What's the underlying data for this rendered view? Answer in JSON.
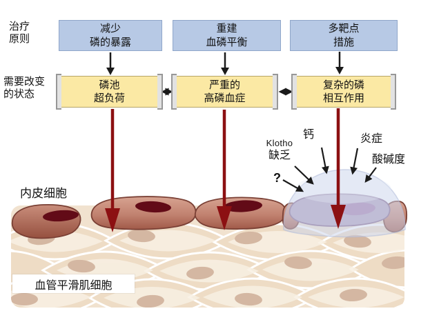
{
  "colors": {
    "principle-box-bg": "#b7c9e5",
    "principle-box-border": "#8fa6c9",
    "state-box-bg": "#fbe9a4",
    "state-box-border": "#b5a468",
    "bracket-gray": "#979797",
    "bracket-fill": "#e2e2e2",
    "arrow-black": "#1a1a1a",
    "arrow-dark-red": "#8c1012",
    "endothelium-red": "#c08373",
    "endothelium-outline": "#7a4035",
    "endothelium-nucleus": "#620b17",
    "muscle-base": "#f1e2cf",
    "muscle-cell": "#eedcc5",
    "muscle-cell-highlight": "#f8f0e3",
    "muscle-nucleus": "#d4b7a2",
    "affected-cell-purple": "#b3a4bf",
    "affected-nucleus-purple": "#a781ae",
    "dome-blue": "#cbd5ec",
    "dome-edge": "#aeb9d8",
    "label-text": "#111111",
    "muscle-label-bg": "#ffffff"
  },
  "row_labels": {
    "principle": "治疗\n原则",
    "state": "需要改变\n的状态"
  },
  "principles": [
    {
      "label": "减少\n磷的暴露"
    },
    {
      "label": "重建\n血磷平衡"
    },
    {
      "label": "多靶点\n措施"
    }
  ],
  "states": [
    {
      "label": "磷池\n超负荷"
    },
    {
      "label": "严重的\n高磷血症"
    },
    {
      "label": "复杂的磷\n相互作用"
    }
  ],
  "annotations": {
    "klotho_line1": "Klotho",
    "klotho_line2": "缺乏",
    "calcium": "钙",
    "inflammation": "炎症",
    "acidity": "酸碱度",
    "question_mark": "?"
  },
  "tissue_labels": {
    "endothelium": "内皮细胞",
    "smooth_muscle": "血管平滑肌细胞"
  }
}
